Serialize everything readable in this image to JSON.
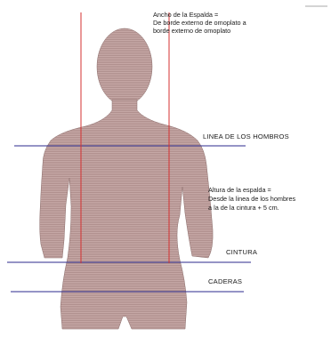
{
  "annotations": {
    "ancho_espalda": {
      "title": "Ancho de la Espalda =",
      "line1": "De borde externo de omoplato a",
      "line2": "borde externo de omoplato"
    },
    "linea_hombros": "LINEA DE LOS HOMBROS",
    "altura_espalda": {
      "title": "Altura de la espalda =",
      "line1": "Desde la linea de los hombres",
      "line2": "a la de la cintura + 5 cm."
    },
    "cintura": "CINTURA",
    "caderas": "CADERAS"
  },
  "colors": {
    "body": "#c6a8a6",
    "body_stripe": "#b0908e",
    "outline": "#8a6c6a",
    "horizontal_lines": "#2b2a8c",
    "vertical_lines": "#d43030",
    "text": "#1a1a1a"
  }
}
